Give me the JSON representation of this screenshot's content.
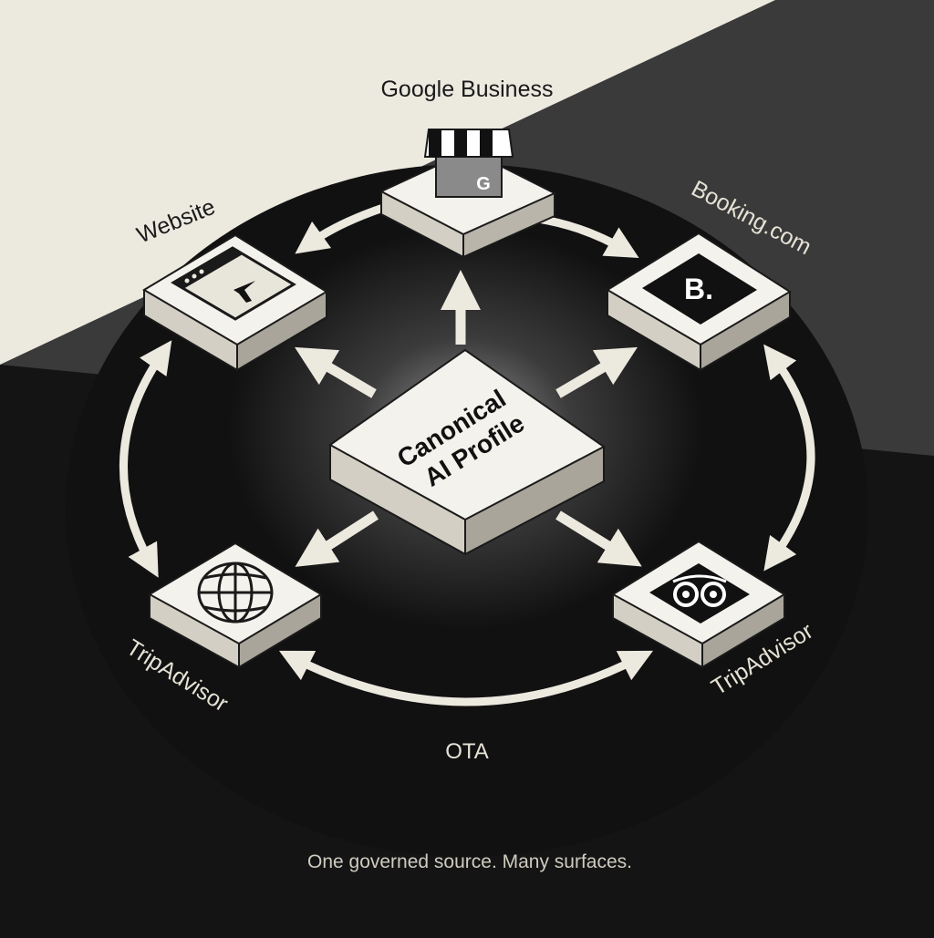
{
  "colors": {
    "cream": "#ece9df",
    "cream_top": "#f4f2ec",
    "cream_side": "#d3cfc4",
    "dark_band": "#3a3a3a",
    "black": "#111111",
    "ground": "#141414",
    "label_light": "#e6e2d6",
    "label_dark": "#1a1a1a"
  },
  "center": {
    "line1": "Canonical",
    "line2": "AI Profile"
  },
  "nodes": {
    "google": {
      "label": "Google Business",
      "icon": "storefront-g-icon",
      "glyph": "G"
    },
    "booking": {
      "label": "Booking.com",
      "icon": "booking-b-icon",
      "glyph": "B."
    },
    "website": {
      "label": "Website",
      "icon": "browser-cursor-icon"
    },
    "globe": {
      "label": "TripAdvisor",
      "icon": "globe-icon"
    },
    "tripadvisor": {
      "label": "TripAdvisor",
      "icon": "owl-icon"
    }
  },
  "ring_label": "OTA",
  "caption": "One governed source. Many surfaces."
}
